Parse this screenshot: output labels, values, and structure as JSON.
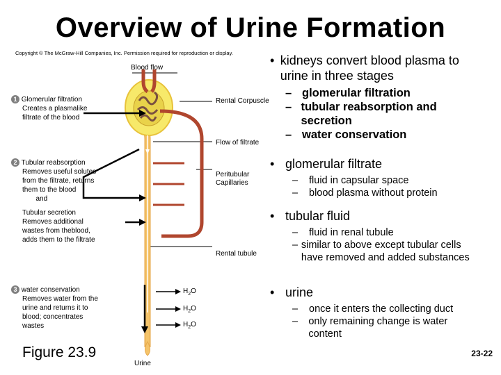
{
  "title": "Overview of Urine Formation",
  "copyright": "Copyright © The McGraw-Hill Companies, Inc. Permission required for reproduction or display.",
  "diagram": {
    "blood_flow": "Blood flow",
    "renal_corpuscle": "Rental Corpuscle",
    "flow_of_filtrate": "Flow of filtrate",
    "peritubular_line1": "Peritubular",
    "peritubular_line2": "Capillaries",
    "renal_tubule": "Rental tubule",
    "urine": "Urine",
    "h2o_main": "H",
    "h2o_sub": "2",
    "h2o_o": "O",
    "steps": [
      {
        "num": "1",
        "lines": [
          "Glomerular filtration",
          "Creates a plasmalike",
          "filtrate of the blood"
        ]
      },
      {
        "num": "2",
        "lines": [
          "Tubular reabsorption",
          "Removes useful solutes",
          "from the filtrate, returns",
          "them to the blood",
          "       and"
        ]
      },
      {
        "num": "",
        "lines": [
          "Tubular secretion",
          "Removes additional",
          "wastes from theblood,",
          "adds them to the filtrate"
        ]
      },
      {
        "num": "3",
        "lines": [
          "water conservation",
          "Removes water from the",
          "urine and returns it to",
          "blood; concentrates",
          "wastes"
        ]
      }
    ]
  },
  "figure_label": "Figure 23.9",
  "slide_number": "23-22",
  "bullets": [
    {
      "text": "kidneys convert blood plasma to urine in three stages",
      "subs": [
        "glomerular filtration",
        "tubular reabsorption and secretion",
        "water conservation"
      ]
    },
    {
      "text": "glomerular filtrate",
      "subs": [
        "fluid in capsular space",
        "blood plasma without protein"
      ]
    },
    {
      "text": "tubular fluid",
      "subs": [
        "fluid in renal tubule",
        "similar to above except tubular cells have removed and added substances"
      ]
    },
    {
      "text": "urine",
      "subs": [
        "once it enters the collecting duct",
        "only remaining change is water content"
      ]
    }
  ],
  "colors": {
    "tubule": "#f5c46a",
    "capsule": "#f7e96a",
    "vessel": "#b0462e",
    "number_circle": "#7f7f7f"
  }
}
